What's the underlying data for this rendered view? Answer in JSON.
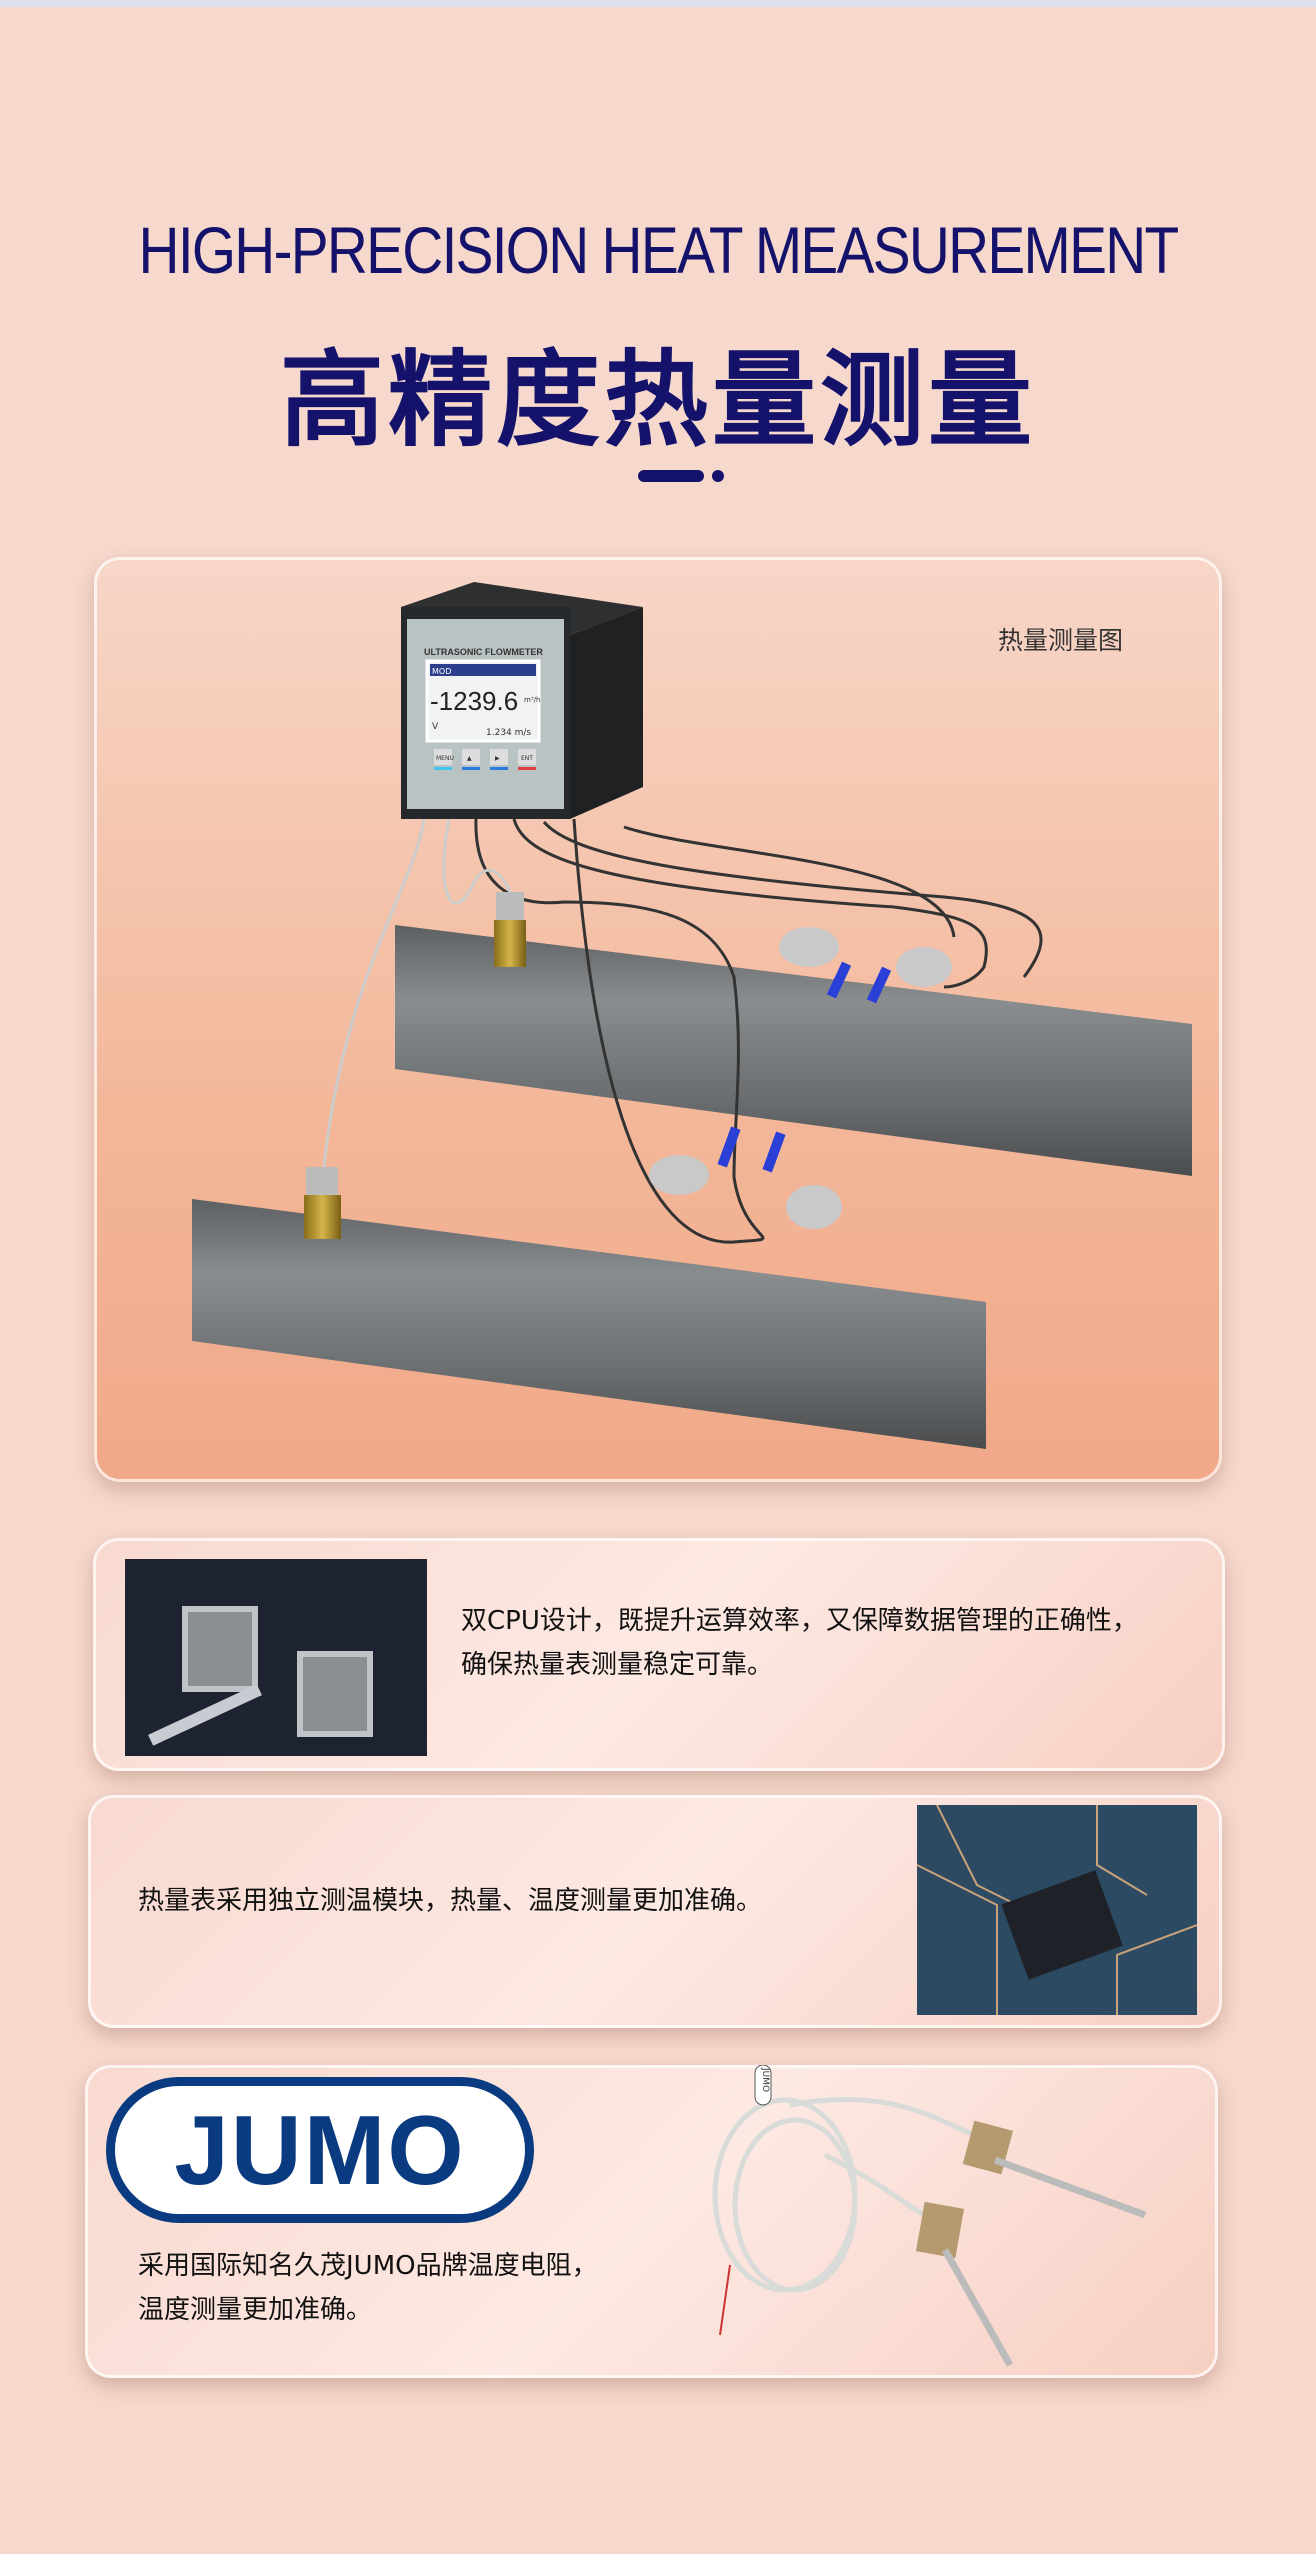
{
  "header": {
    "title_en": "HIGH-PRECISION HEAT MEASUREMENT",
    "title_cn": "高精度热量测量"
  },
  "diagram": {
    "caption": "热量测量图",
    "meter": {
      "brand": "ULTRASONIC FLOWMETER",
      "mode": "MOD",
      "reading": "-1239.6",
      "unit": "m³/h",
      "velocity_label": "V",
      "velocity": "1.234 m/s",
      "buttons": [
        "MENU",
        "▲",
        "▶",
        "ENT"
      ]
    }
  },
  "features": [
    {
      "text_lines": [
        "双CPU设计，既提升运算效率，又保障数据管理的正确性，",
        "确保热量表测量稳定可靠。"
      ],
      "image": "dual-cpu-motherboard"
    },
    {
      "text_lines": [
        "热量表采用独立测温模块，热量、温度测量更加准确。"
      ],
      "image": "circuit-chip"
    },
    {
      "logo": "JUMO",
      "text_lines": [
        "采用国际知名久茂JUMO品牌温度电阻，",
        "温度测量更加准确。"
      ],
      "image": "temperature-sensors",
      "tag": "JUMO"
    }
  ],
  "colors": {
    "title": "#14126a",
    "background": "#f6d8cc",
    "jumo_blue": "#0a3a80"
  }
}
